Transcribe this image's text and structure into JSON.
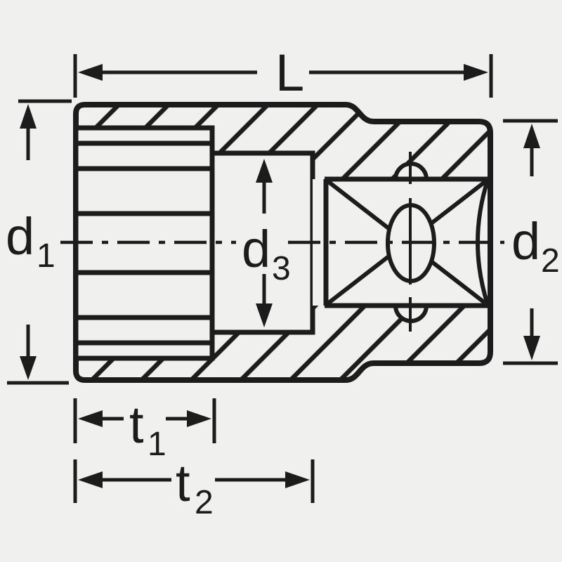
{
  "figure": {
    "type": "technical-dimension-drawing",
    "subject": "socket wrench cross-section with dimension callouts",
    "background_color": "#f0f0ee",
    "ink_color": "#1c1c1c"
  },
  "labels": {
    "length": {
      "base": "L",
      "sub": ""
    },
    "d1": {
      "base": "d",
      "sub": "1"
    },
    "d2": {
      "base": "d",
      "sub": "2"
    },
    "d3": {
      "base": "d",
      "sub": "3"
    },
    "t1": {
      "base": "t",
      "sub": "1"
    },
    "t2": {
      "base": "t",
      "sub": "2"
    }
  }
}
